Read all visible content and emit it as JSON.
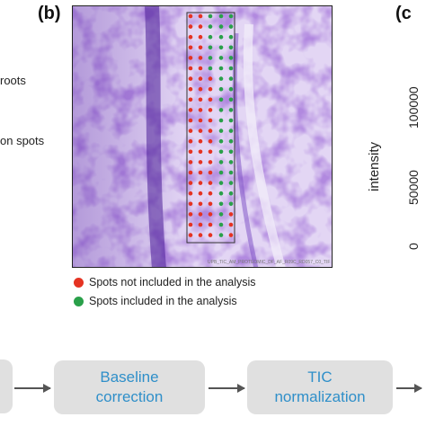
{
  "panel_b_label": "(b)",
  "panel_c_label": "(c",
  "left_cut_labels": [
    "roots",
    "on spots"
  ],
  "image_caption": "UPB_TIC_AM_PROTEOMIC_DF_AF_R09C_RD057_C0_TIF",
  "colors": {
    "not_included": "#e53322",
    "included": "#2aa04a",
    "flow_text": "#2f8fc9",
    "flow_box": "#e0e0e0",
    "tissue_dark": "#6e3fb8",
    "tissue_light": "#d9c8f0"
  },
  "legend": {
    "not_included": "Spots not included in the analysis",
    "included": "Spots included in the analysis"
  },
  "panel_c": {
    "ylabel": "intensity",
    "ticks": [
      "100000",
      "50000",
      "0"
    ]
  },
  "flow": {
    "baseline": [
      "Baseline",
      "correction"
    ],
    "tic": [
      "TIC",
      "normalization"
    ]
  }
}
